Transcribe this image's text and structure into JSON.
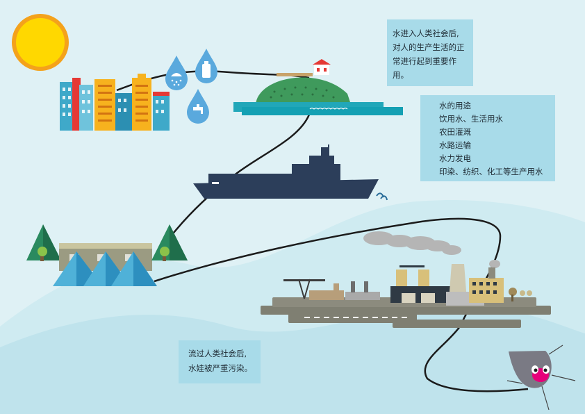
{
  "notes": {
    "entering_society": [
      "水进入人类社会后,",
      "对人的生产生活的正",
      "常进行起到重要作",
      "用。"
    ],
    "uses_title": "水的用途",
    "uses": [
      "饮用水、生活用水",
      "农田灌溉",
      "水路运输",
      "水力发电",
      "印染、纺织、化工等生产用水"
    ],
    "after_society": [
      "流过人类社会后,",
      "水娃被严重污染。"
    ]
  },
  "colors": {
    "background": "#dff1f5",
    "hills": "#c6e6ee",
    "note_box": "#a8dbe9",
    "sun": "#ffd800",
    "sun_ring": "#f4a21b",
    "ship": "#2c3e5a",
    "drop": "#5aa9dd",
    "island_grass": "#3f9a5c",
    "path_line": "#1b1b1b"
  },
  "icons": [
    "sun-icon",
    "shower-drop-icon",
    "bottle-drop-icon",
    "tap-drop-icon",
    "cargo-ship-icon",
    "hydro-dam-icon",
    "factory-complex-icon",
    "sad-water-drop-icon"
  ]
}
